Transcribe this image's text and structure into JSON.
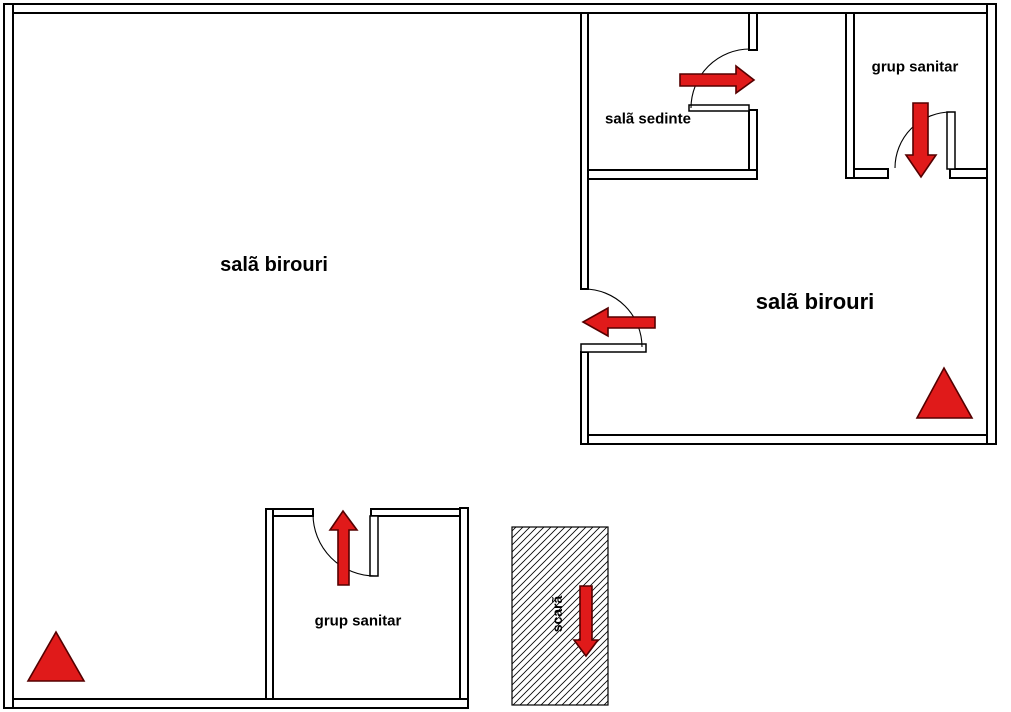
{
  "plan": {
    "type": "evacuation-floor-plan",
    "rooms": {
      "office_left": {
        "label": "salã birouri"
      },
      "office_right": {
        "label": "salã birouri"
      },
      "meeting_room": {
        "label": "salã sedinte"
      },
      "restroom_top": {
        "label": "grup sanitar"
      },
      "restroom_bottom": {
        "label": "grup sanitar"
      },
      "stairs": {
        "label": "scarã"
      }
    },
    "colors": {
      "marker_fill": "#e01a1a",
      "marker_stroke": "#550000",
      "wall": "#000000",
      "background": "#ffffff"
    },
    "markers": {
      "arrows": [
        {
          "id": "meeting-room-exit",
          "direction": "right"
        },
        {
          "id": "restroom-top-exit",
          "direction": "down"
        },
        {
          "id": "office-right-exit",
          "direction": "left"
        },
        {
          "id": "restroom-bottom-exit",
          "direction": "up"
        },
        {
          "id": "stairs-down",
          "direction": "down"
        }
      ],
      "triangle_count": 2
    }
  }
}
